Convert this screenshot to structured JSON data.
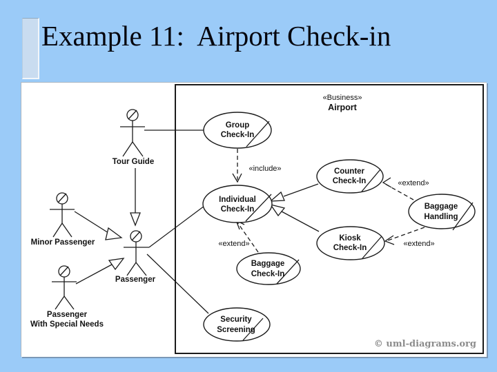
{
  "slide": {
    "title": "Example 11:  Airport Check-in"
  },
  "diagram": {
    "subject_stereotype": "«Business»",
    "subject_name": "Airport",
    "labels": {
      "include": "«include»",
      "extend": "«extend»"
    },
    "use_cases": {
      "group": {
        "line1": "Group",
        "line2": "Check-In"
      },
      "individual": {
        "line1": "Individual",
        "line2": "Check-In"
      },
      "counter": {
        "line1": "Counter",
        "line2": "Check-In"
      },
      "kiosk": {
        "line1": "Kiosk",
        "line2": "Check-In"
      },
      "baggage_handling": {
        "line1": "Baggage",
        "line2": "Handling"
      },
      "baggage_checkin": {
        "line1": "Baggage",
        "line2": "Check-In"
      },
      "security": {
        "line1": "Security",
        "line2": "Screening"
      }
    },
    "actors": {
      "tour_guide": {
        "label": "Tour Guide"
      },
      "minor_passenger": {
        "label": "Minor Passenger"
      },
      "passenger": {
        "label": "Passenger"
      },
      "special_needs": {
        "label1": "Passenger",
        "label2": "With Special Needs"
      }
    },
    "relationships": [
      {
        "from": "Group Check-In",
        "to": "Individual Check-In",
        "type": "include"
      },
      {
        "from": "Baggage Check-In",
        "to": "Individual Check-In",
        "type": "extend"
      },
      {
        "from": "Baggage Handling",
        "to": "Counter Check-In",
        "type": "extend"
      },
      {
        "from": "Baggage Handling",
        "to": "Kiosk Check-In",
        "type": "extend"
      },
      {
        "from": "Counter Check-In",
        "to": "Individual Check-In",
        "type": "generalization"
      },
      {
        "from": "Kiosk Check-In",
        "to": "Individual Check-In",
        "type": "generalization"
      },
      {
        "from": "Tour Guide",
        "to": "Passenger",
        "type": "generalization"
      },
      {
        "from": "Minor Passenger",
        "to": "Passenger",
        "type": "generalization"
      },
      {
        "from": "Passenger With Special Needs",
        "to": "Passenger",
        "type": "generalization"
      },
      {
        "from": "Tour Guide",
        "to": "Group Check-In",
        "type": "association"
      },
      {
        "from": "Passenger",
        "to": "Individual Check-In",
        "type": "association"
      },
      {
        "from": "Passenger",
        "to": "Security Screening",
        "type": "association"
      }
    ],
    "copyright": "© uml-diagrams.org"
  },
  "colors": {
    "background": "#9bcbf8",
    "accent_bar": "#c9dcf0",
    "diagram_line": "#1a1a1a",
    "copyright_gray": "#8c8c8c"
  }
}
